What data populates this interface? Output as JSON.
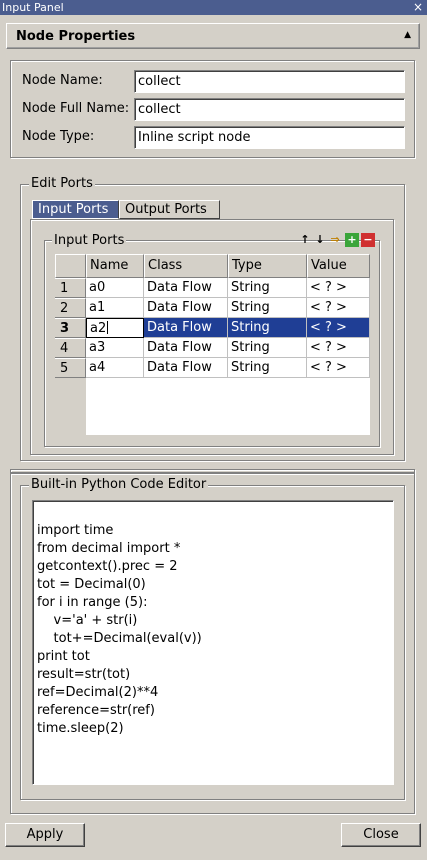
{
  "window": {
    "title": "Input Panel",
    "close_glyph": "×"
  },
  "panel": {
    "title": "Node Properties",
    "collapse_glyph": "▲"
  },
  "properties": {
    "node_name_label": "Node Name:",
    "node_name_value": "collect",
    "node_full_name_label": "Node Full Name:",
    "node_full_name_value": "collect",
    "node_type_label": "Node Type:",
    "node_type_value": "Inline script node"
  },
  "edit_ports": {
    "title": "Edit Ports",
    "tabs": [
      {
        "label": "Input Ports",
        "active": true
      },
      {
        "label": "Output Ports",
        "active": false
      }
    ],
    "input_ports": {
      "title": "Input Ports",
      "toolbar": [
        {
          "name": "move-up-icon",
          "glyph": "↑"
        },
        {
          "name": "move-down-icon",
          "glyph": "↓"
        },
        {
          "name": "edit-port-icon",
          "glyph": "⇒"
        },
        {
          "name": "add-port-icon",
          "glyph": "+"
        },
        {
          "name": "remove-port-icon",
          "glyph": "−"
        }
      ],
      "columns": [
        "Name",
        "Class",
        "Type",
        "Value"
      ],
      "rows": [
        {
          "num": "1",
          "name": "a0",
          "class": "Data Flow",
          "type": "String",
          "value": "< ? >"
        },
        {
          "num": "2",
          "name": "a1",
          "class": "Data Flow",
          "type": "String",
          "value": "< ? >"
        },
        {
          "num": "3",
          "name": "a2",
          "class": "Data Flow",
          "type": "String",
          "value": "< ? >"
        },
        {
          "num": "4",
          "name": "a3",
          "class": "Data Flow",
          "type": "String",
          "value": "< ? >"
        },
        {
          "num": "5",
          "name": "a4",
          "class": "Data Flow",
          "type": "String",
          "value": "< ? >"
        }
      ],
      "selected_row": 3
    }
  },
  "code_editor": {
    "title": "Built-in Python Code Editor",
    "lines": [
      "import time",
      "from decimal import *",
      "getcontext().prec = 2",
      "tot = Decimal(0)",
      "for i in range (5):",
      "    v='a' + str(i)",
      "    tot+=Decimal(eval(v))",
      "print tot",
      "result=str(tot)",
      "ref=Decimal(2)**4",
      "reference=str(ref)",
      "time.sleep(2)"
    ]
  },
  "buttons": {
    "apply": "Apply",
    "close": "Close"
  },
  "colors": {
    "titlebar": "#4b5d8f",
    "selection": "#1f3e95",
    "background": "#d4d0c8"
  }
}
